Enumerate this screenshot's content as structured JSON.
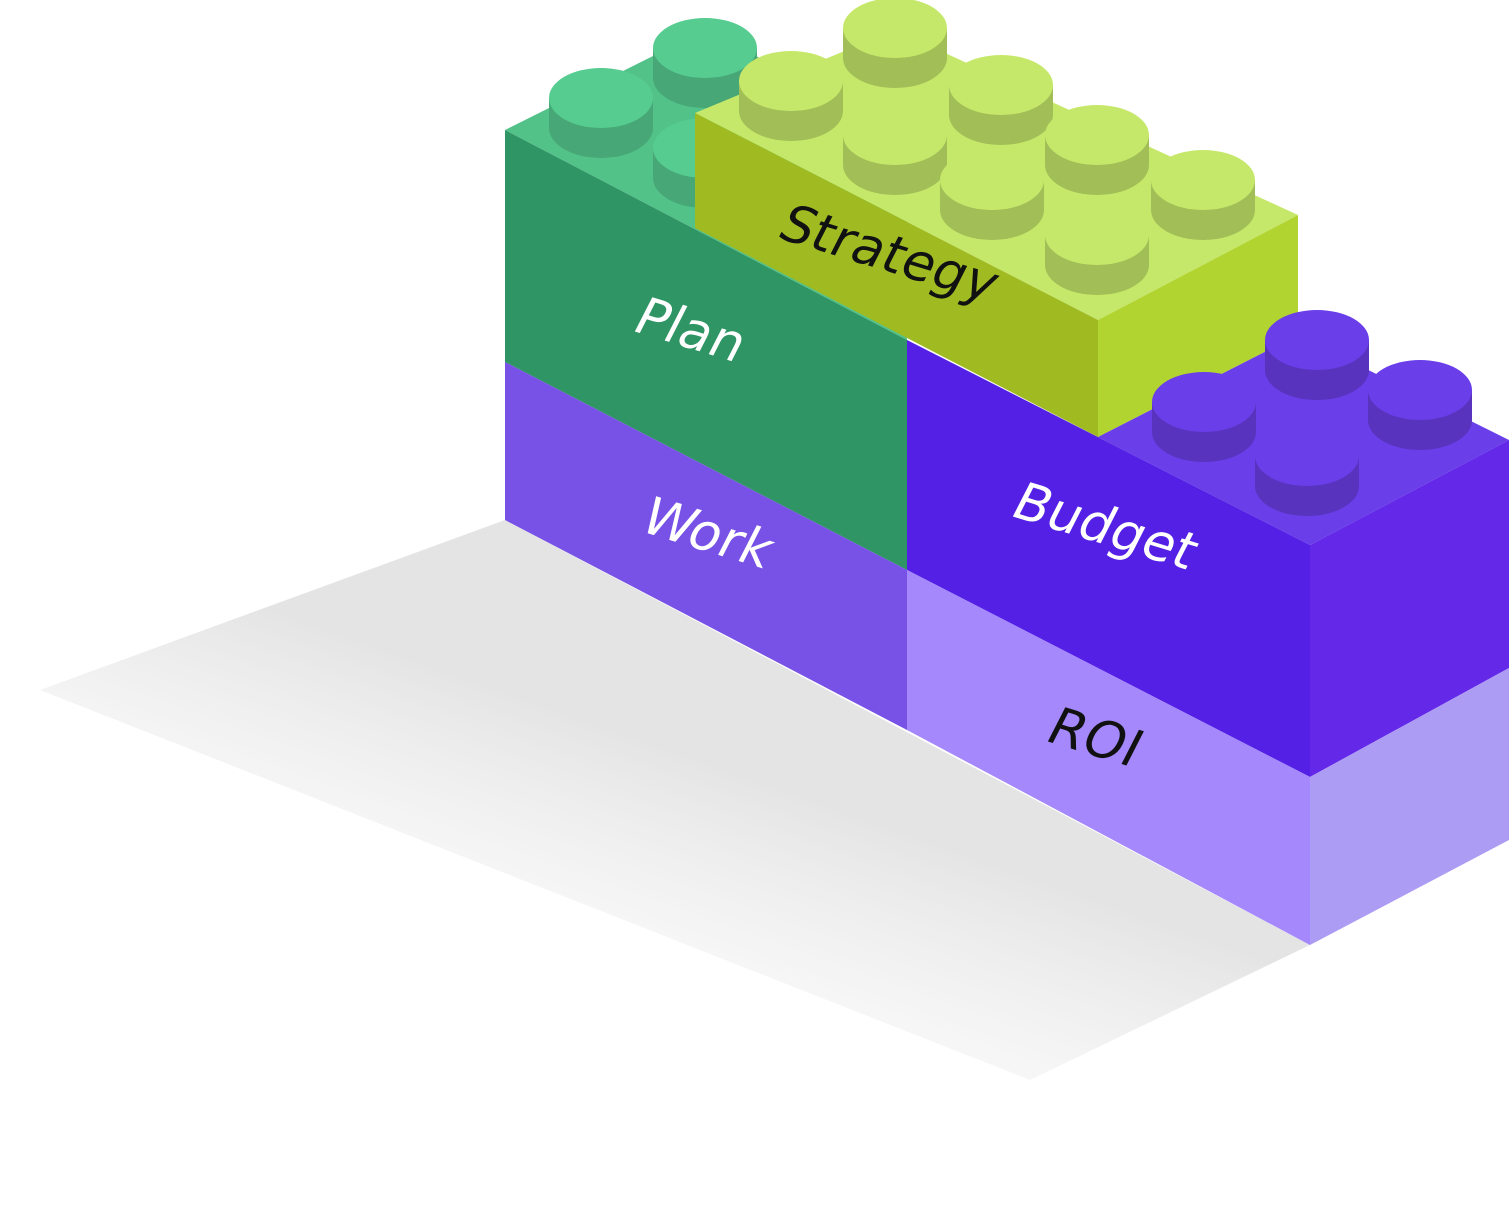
{
  "blocks": {
    "strategy": {
      "label": "Strategy",
      "text_color": "#111111",
      "colors": {
        "top": "#c6e86a",
        "front": "#a0bb22",
        "side": "#b2d430"
      }
    },
    "plan": {
      "label": "Plan",
      "text_color": "#ffffff",
      "colors": {
        "top": "#52c289",
        "front": "#2f9565",
        "side": "#3aa874"
      }
    },
    "work": {
      "label": "Work",
      "text_color": "#ffffff",
      "colors": {
        "front": "#7852e6",
        "side": "#7a54e8"
      }
    },
    "budget": {
      "label": "Budget",
      "text_color": "#ffffff",
      "colors": {
        "top": "#6a3ee8",
        "front": "#5420e6",
        "side": "#6328e8"
      }
    },
    "roi": {
      "label": "ROI",
      "text_color": "#111111",
      "colors": {
        "front": "#a488fc",
        "side": "#ad9cf4"
      }
    }
  },
  "shadow_color": "#e6e6e6"
}
